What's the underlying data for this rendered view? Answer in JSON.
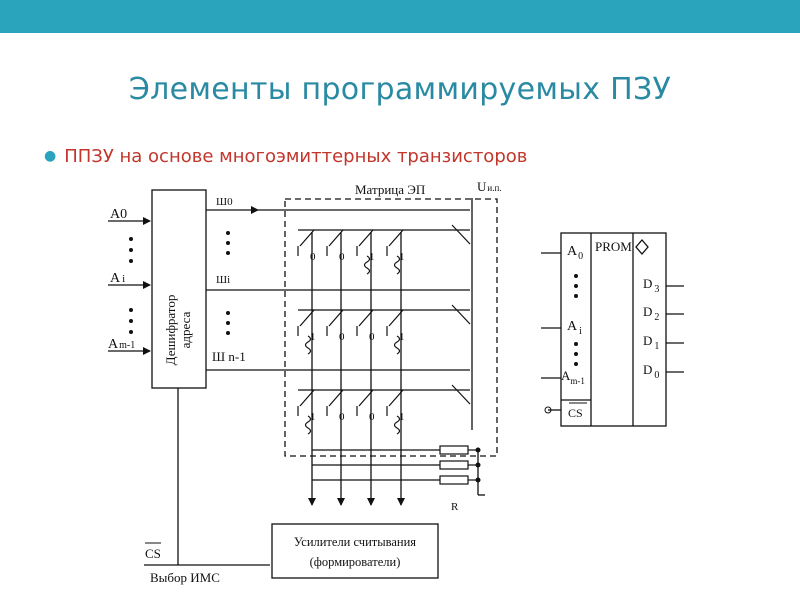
{
  "title": "Элементы программируемых ПЗУ",
  "bullet": "ППЗУ на основе многоэмиттерных транзисторов",
  "colors": {
    "top_bar": "#2aa4bd",
    "title": "#2a8aa3",
    "bullet_text": "#c3362b",
    "line": "#111111"
  },
  "diagram": {
    "inputs": {
      "a0": "A0",
      "ai": "A",
      "ai_sub": "i",
      "am": "A",
      "am_sub": "m-1"
    },
    "decoder": {
      "line1": "Дешифратор",
      "line2": "адреса"
    },
    "wordlines": {
      "w0": "Ш0",
      "wi": "Шi",
      "wn": "Ш n-1"
    },
    "matrix_label": "Матрица ЭП",
    "supply": {
      "main": "U",
      "sub": "и.п."
    },
    "row_bits": [
      [
        "0",
        "0",
        "1",
        "1"
      ],
      [
        "1",
        "0",
        "0",
        "1"
      ],
      [
        "1",
        "0",
        "0",
        "1"
      ]
    ],
    "resistor_label": "R",
    "amplifier": {
      "line1": "Усилители считывания",
      "line2": "(формирователи)"
    },
    "cs": "CS",
    "chip_select": "Выбор ИМС",
    "prom": {
      "a0": "A",
      "a0_sub": "0",
      "ai": "A",
      "ai_sub": "i",
      "am": "A",
      "am_sub": "m-1",
      "cs": "CS",
      "label": "PROM",
      "outputs": [
        {
          "main": "D",
          "sub": "3"
        },
        {
          "main": "D",
          "sub": "2"
        },
        {
          "main": "D",
          "sub": "1"
        },
        {
          "main": "D",
          "sub": "0"
        }
      ]
    }
  }
}
